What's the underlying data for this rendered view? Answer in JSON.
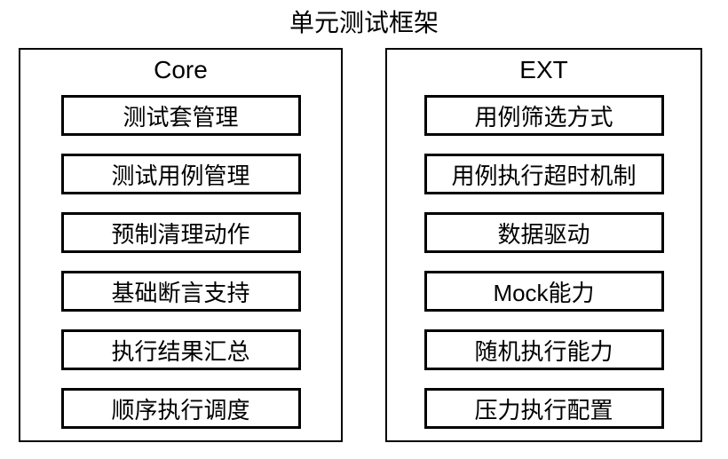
{
  "diagram": {
    "title": "单元测试框架",
    "columns": [
      {
        "header": "Core",
        "items": [
          "测试套管理",
          "测试用例管理",
          "预制清理动作",
          "基础断言支持",
          "执行结果汇总",
          "顺序执行调度"
        ]
      },
      {
        "header": "EXT",
        "items": [
          "用例筛选方式",
          "用例执行超时机制",
          "数据驱动",
          "Mock能力",
          "随机执行能力",
          "压力执行配置"
        ]
      }
    ],
    "colors": {
      "background": "#ffffff",
      "border": "#000000",
      "text": "#000000"
    }
  }
}
